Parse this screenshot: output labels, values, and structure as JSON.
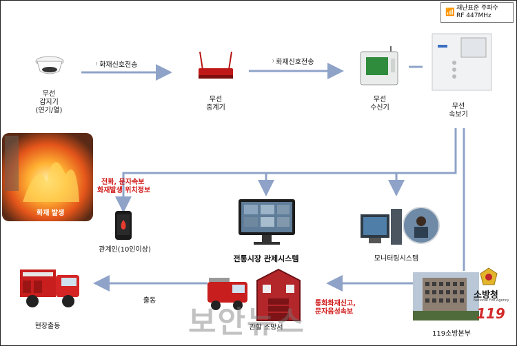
{
  "rf_box": {
    "line1": "재난표준 주파수",
    "line2": "RF 447MHz"
  },
  "signals": {
    "first": "화재신호전송",
    "second": "화재신호전송"
  },
  "devices": {
    "detector": {
      "line1": "무선",
      "line2": "감지기",
      "line3": "(연기/열)"
    },
    "repeater": {
      "line1": "무선",
      "line2": "중계기"
    },
    "receiver": {
      "line1": "무선",
      "line2": "수신기"
    },
    "alarm": {
      "line1": "무선",
      "line2": "속보기"
    }
  },
  "fire": {
    "caption": "화재 발생"
  },
  "notify": {
    "line1": "전화, 문자속보",
    "line2": "화재발생 위치정보"
  },
  "phone": {
    "label": "관계인(10인이상)"
  },
  "control": {
    "label": "전통시장 관제시스템"
  },
  "monitor": {
    "label": "모니터링시스템"
  },
  "hq": {
    "label": "119소방본부",
    "logo_text": "소방청",
    "logo_sub": "National Fire Agency",
    "logo_119": "119"
  },
  "report": {
    "line1": "통화화재신고,",
    "line2": "문자음성속보"
  },
  "station": {
    "label": "관할 소방서"
  },
  "dispatch": {
    "label": "출동"
  },
  "site": {
    "label": "현장출동"
  },
  "watermark": "보안뉴스",
  "colors": {
    "arrow": "#8fa3c8",
    "alert": "#d01818",
    "truck": "#c81e1e"
  }
}
